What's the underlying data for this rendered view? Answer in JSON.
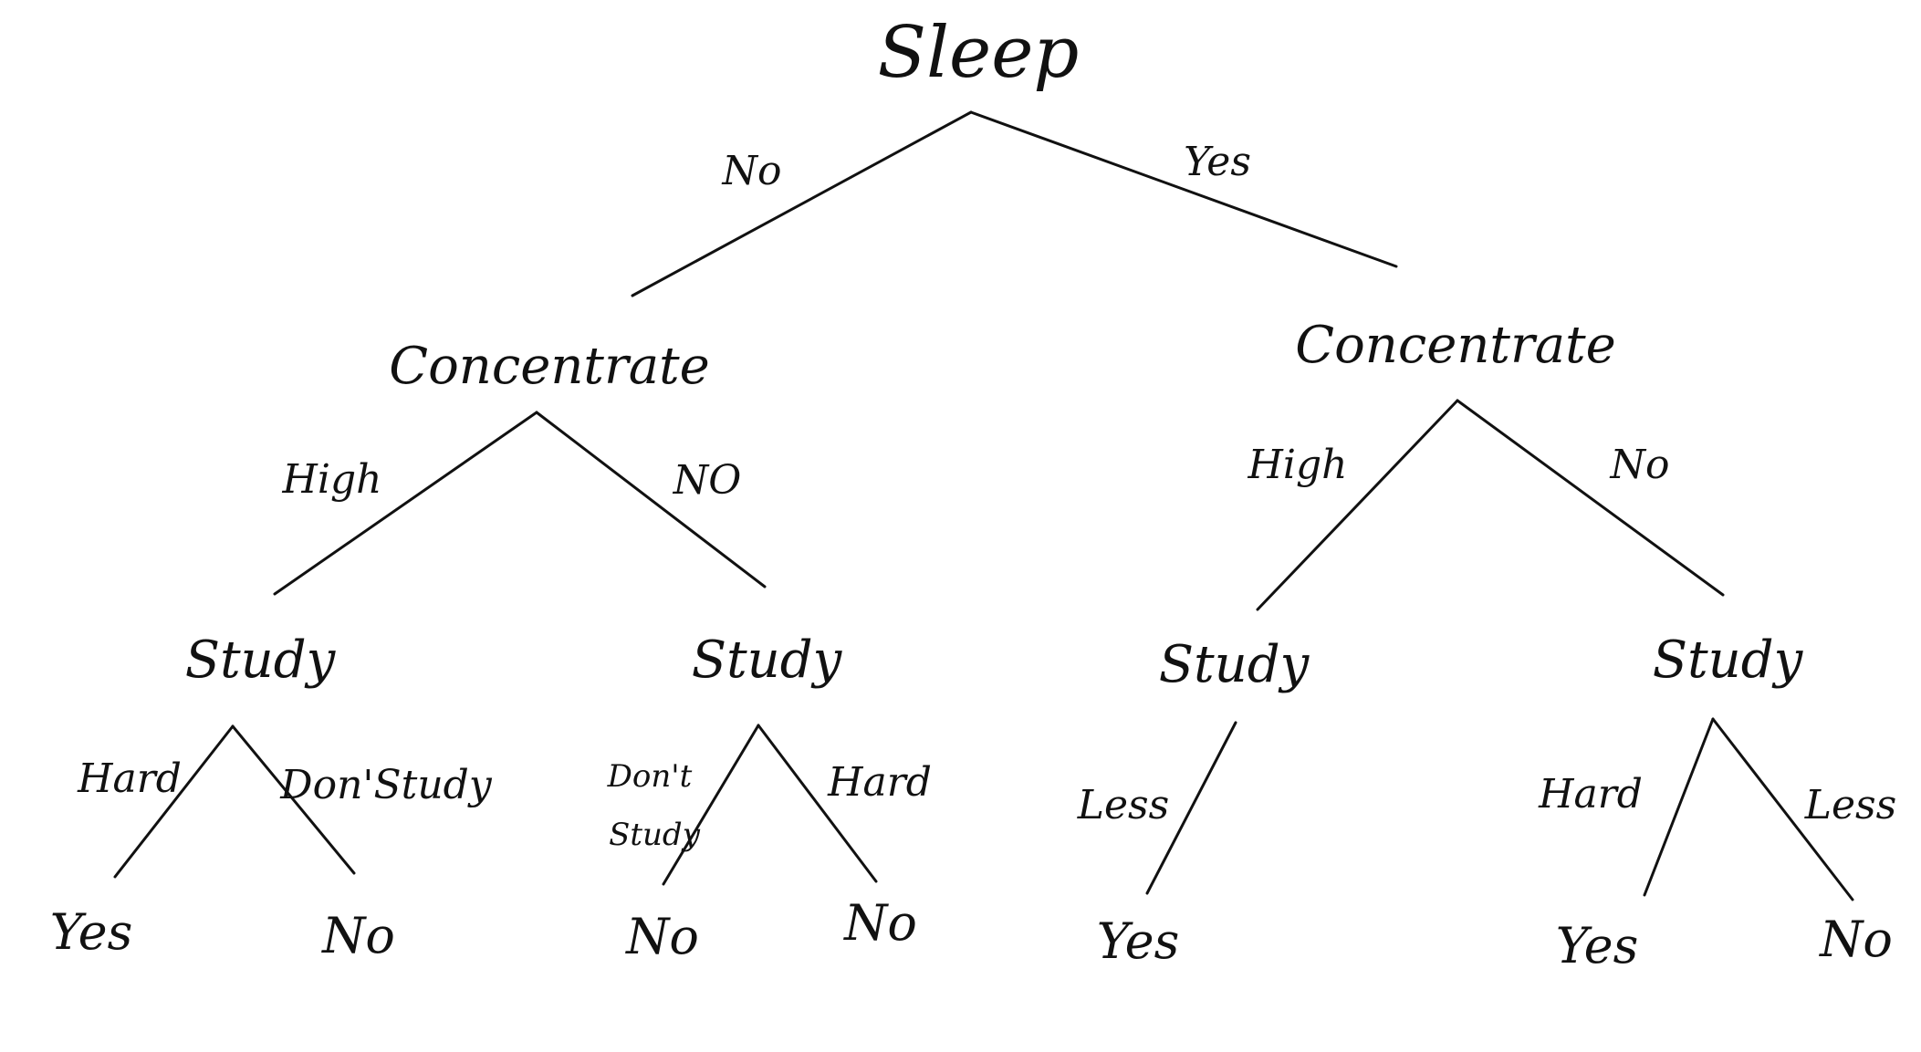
{
  "root": {
    "label": "Sleep"
  },
  "root_edges": {
    "left": "No",
    "right": "Yes"
  },
  "left_branch": {
    "label": "Concentrate",
    "edges": {
      "left": "High",
      "right": "NO"
    },
    "study_high": {
      "label": "Study",
      "edges": {
        "left": "Hard",
        "right": "Don'Study"
      },
      "leaves": {
        "left": "Yes",
        "right": "No"
      }
    },
    "study_no": {
      "label": "Study",
      "edges": {
        "left_line1": "Don't",
        "left_line2": "Study",
        "right": "Hard"
      },
      "leaves": {
        "left": "No",
        "right": "No"
      }
    }
  },
  "right_branch": {
    "label": "Concentrate",
    "edges": {
      "left": "High",
      "right": "No"
    },
    "study_high": {
      "label": "Study",
      "edges": {
        "left": "Less"
      },
      "leaves": {
        "left": "Yes"
      }
    },
    "study_no": {
      "label": "Study",
      "edges": {
        "left": "Hard",
        "right": "Less"
      },
      "leaves": {
        "left": "Yes",
        "right": "No"
      }
    }
  }
}
